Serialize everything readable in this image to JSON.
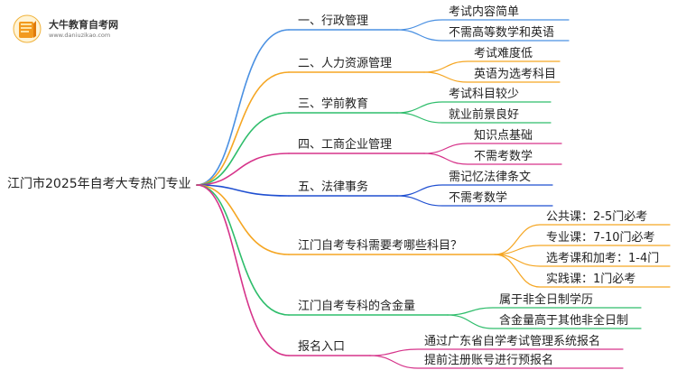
{
  "logo": {
    "name": "大牛教育自考网",
    "url": "www.daniuzikao.com"
  },
  "root": "江门市2025年自考大专热门专业",
  "branches": [
    {
      "label": "一、行政管理",
      "color": "#4a90e2",
      "children": [
        "考试内容简单",
        "不需高等数学和英语"
      ]
    },
    {
      "label": "二、人力资源管理",
      "color": "#f5a623",
      "children": [
        "考试难度低",
        "英语为选考科目"
      ]
    },
    {
      "label": "三、学前教育",
      "color": "#2ebd6b",
      "children": [
        "考试科目较少",
        "就业前景良好"
      ]
    },
    {
      "label": "四、工商企业管理",
      "color": "#d6338a",
      "children": [
        "知识点基础",
        "不需考数学"
      ]
    },
    {
      "label": "五、法律事务",
      "color": "#1f4fd1",
      "children": [
        "需记忆法律条文",
        "不需考数学"
      ]
    },
    {
      "label": "江门自考专科需要考哪些科目？",
      "color": "#f5a623",
      "children": [
        "公共课：2-5门必考",
        "专业课：7-10门必考",
        "选考课和加考：1-4门",
        "实践课：1门必考"
      ]
    },
    {
      "label": "江门自考专科的含金量",
      "color": "#2ebd6b",
      "children": [
        "属于非全日制学历",
        "含金量高于其他非全日制"
      ]
    },
    {
      "label": "报名入口",
      "color": "#d6338a",
      "children": [
        "通过广东省自学考试管理系统报名",
        "提前注册账号进行预报名"
      ]
    }
  ]
}
